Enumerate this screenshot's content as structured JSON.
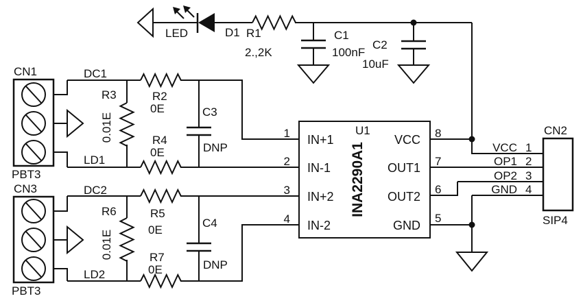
{
  "canvas": {
    "background": "#ffffff",
    "line_color": "#111111"
  },
  "power_rail": {
    "led": {
      "label": "LED",
      "ref": "D1"
    },
    "r1": {
      "ref": "R1",
      "value": "2.,2K"
    },
    "c1": {
      "ref": "C1",
      "value": "100nF"
    },
    "c2": {
      "ref": "C2",
      "value": "10uF"
    }
  },
  "channel1": {
    "connector": {
      "ref": "CN1",
      "type": "PBT3"
    },
    "nets": {
      "top": "DC1",
      "bottom": "LD1"
    },
    "shunt": {
      "ref": "R3",
      "value": "0.01E"
    },
    "series_top": {
      "ref": "R2",
      "value": "0E"
    },
    "series_bottom": {
      "ref": "R4",
      "value": "0E"
    },
    "filter_cap": {
      "ref": "C3",
      "value": "DNP"
    }
  },
  "channel2": {
    "connector": {
      "ref": "CN3",
      "type": "PBT3"
    },
    "nets": {
      "top": "DC2",
      "bottom": "LD2"
    },
    "shunt": {
      "ref": "R6",
      "value": "0.01E"
    },
    "series_top": {
      "ref": "R5",
      "value": "0E"
    },
    "series_bottom": {
      "ref": "R7",
      "value": "0E"
    },
    "filter_cap": {
      "ref": "C4",
      "value": "DNP"
    }
  },
  "ic": {
    "ref": "U1",
    "part": "INA2290A1",
    "pins_left": [
      {
        "num": "1",
        "name": "IN+1"
      },
      {
        "num": "2",
        "name": "IN-1"
      },
      {
        "num": "3",
        "name": "IN+2"
      },
      {
        "num": "4",
        "name": "IN-2"
      }
    ],
    "pins_right": [
      {
        "num": "8",
        "name": "VCC"
      },
      {
        "num": "7",
        "name": "OUT1"
      },
      {
        "num": "6",
        "name": "OUT2"
      },
      {
        "num": "5",
        "name": "GND"
      }
    ]
  },
  "output_connector": {
    "ref": "CN2",
    "type": "SIP4",
    "pins": [
      {
        "num": "1",
        "name": "VCC"
      },
      {
        "num": "2",
        "name": "OP1"
      },
      {
        "num": "3",
        "name": "OP2"
      },
      {
        "num": "4",
        "name": "GND"
      }
    ]
  }
}
